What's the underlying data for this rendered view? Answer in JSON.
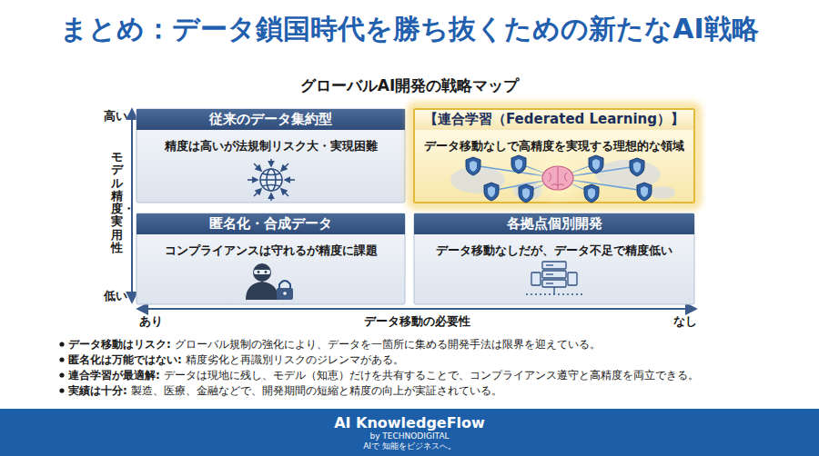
{
  "diagram": {
    "title": "まとめ：データ鎖国時代を勝ち抜くための新たなAI戦略",
    "nodes": [
      {
        "text": [
          "従来のデータ集約型",
          "精度は高いが法規制リスク大・実現困難"
        ]
      },
      {
        "text": [
          "【連合学習（Federated Learning）】",
          "データ移動なしで高精度を実現する理想的な領域"
        ]
      },
      {
        "text": [
          "匿名化・合成データ",
          "コンプライアンスは守れるが精度に課題"
        ]
      },
      {
        "text": [
          "各拠点個別開発",
          "データ移動なしだが、データ不足で精度低い"
        ]
      },
      {
        "text": [
          "AI KnowledgeFlow",
          "by TECHNODIGITAL",
          "AIで 知能をビジネスへ。"
        ]
      }
    ],
    "labels": [
      "グローバルAI開発の戦略マップ",
      "高い",
      "モデル精度・実用性",
      "低い",
      "あり",
      "データ移動の必要性",
      "なし",
      "データ移動はリスク:",
      "グローバル規制の強化により、データを一箇所に集める開発手法は限界を迎えている。",
      "匿名化は万能ではない:",
      "精度劣化と再識別リスクのジレンマがある。",
      "連合学習が最適解:",
      "データは現地に残し、モデル（知恵）だけを共有することで、コンプライアンス遵守と高精度を両立できる。",
      "実績は十分:",
      "製造、医療、金融などで、開発期間の短縮と精度の向上が実証されている。"
    ]
  }
}
